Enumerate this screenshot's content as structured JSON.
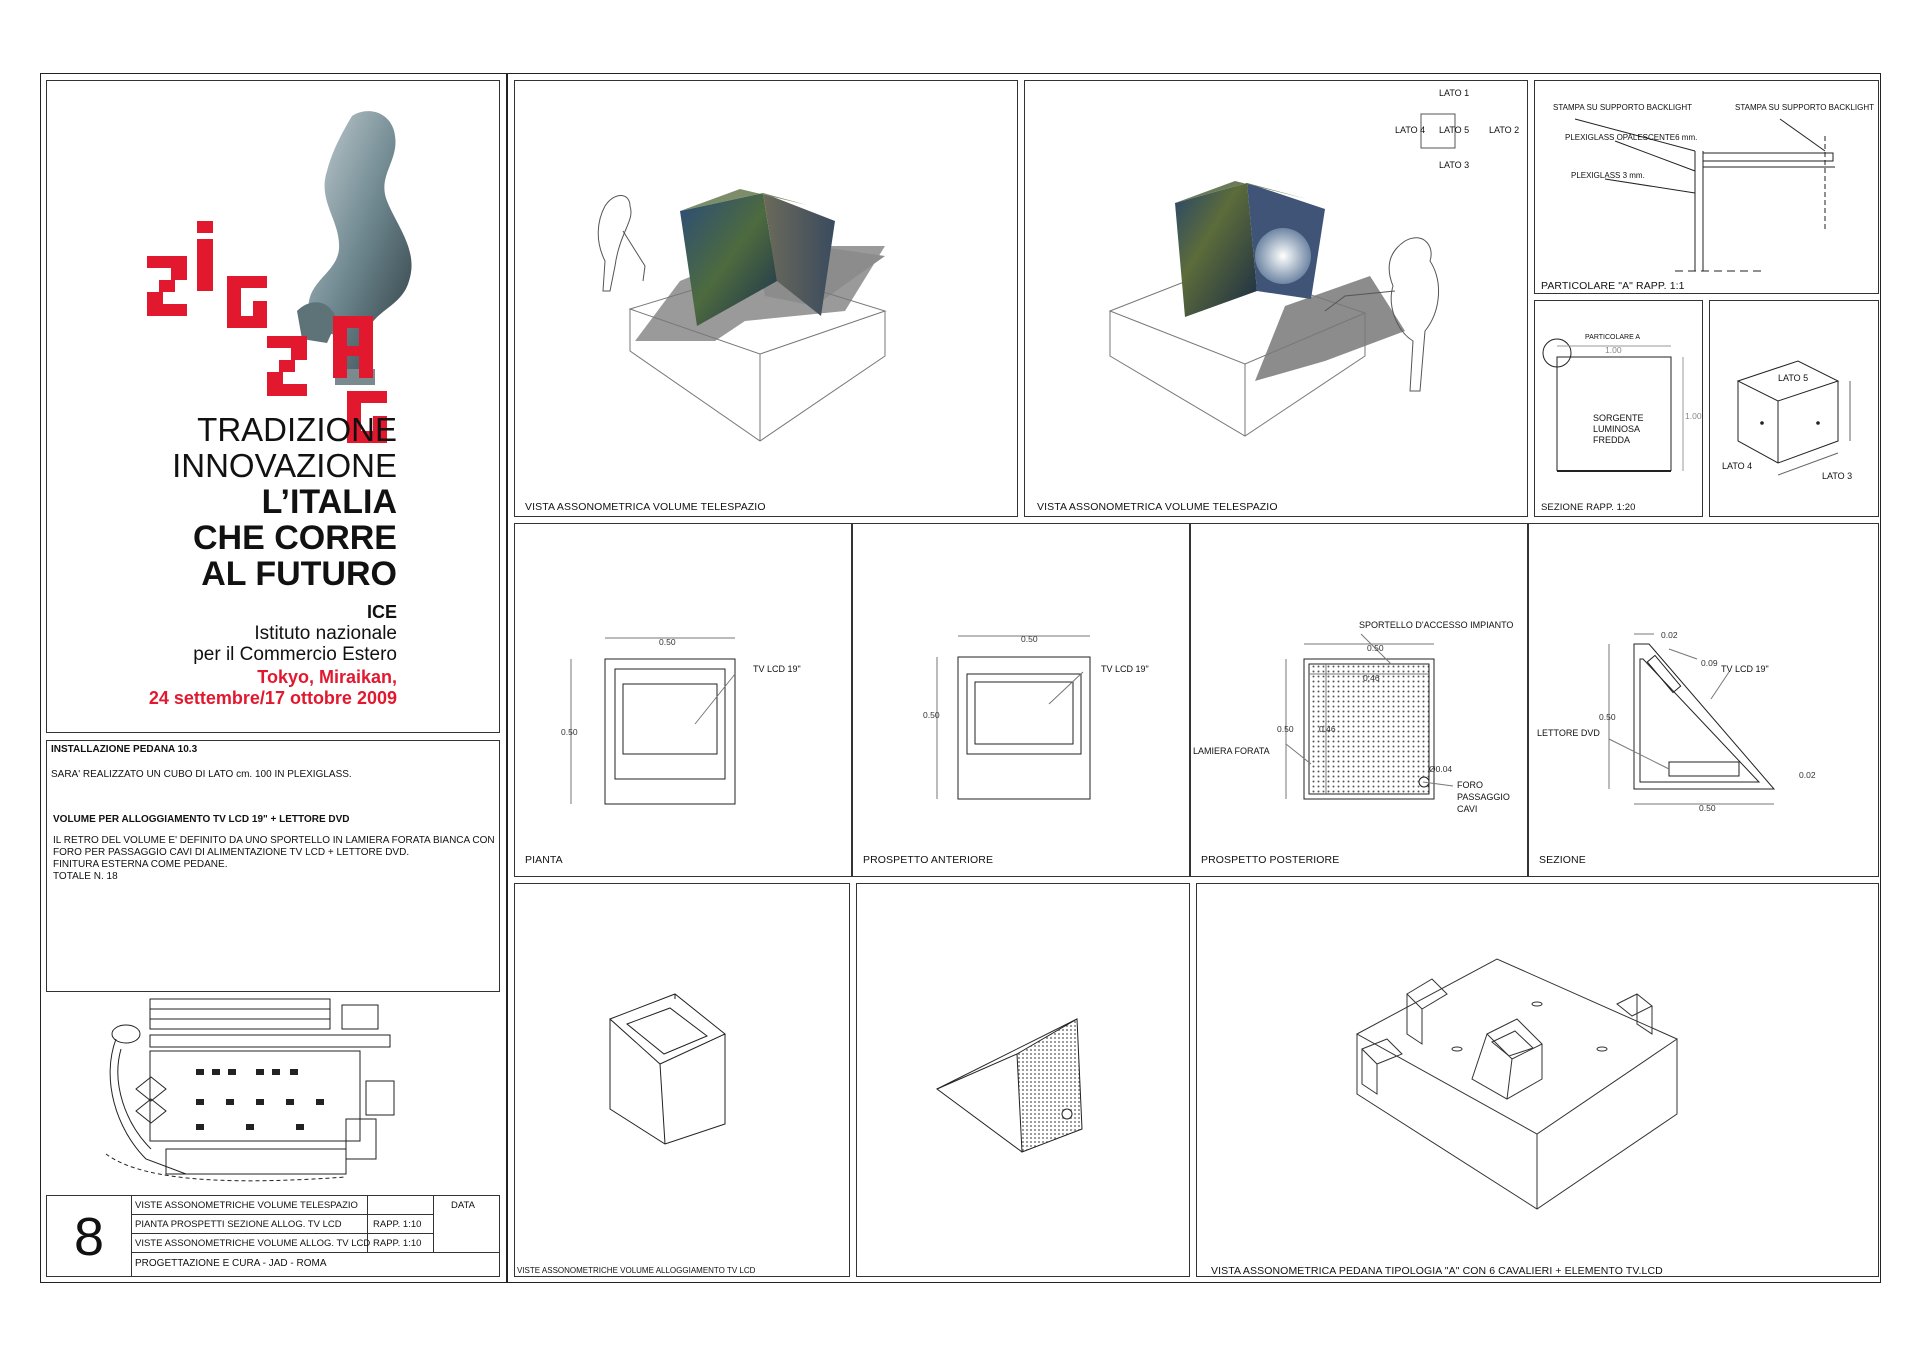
{
  "poster": {
    "logo_word": "ZIGZAG",
    "tagline_1": "TRADIZIONE",
    "tagline_2": "INNOVAZIONE",
    "tagline_3": "L’ITALIA",
    "tagline_4": "CHE CORRE",
    "tagline_5": "AL FUTURO",
    "org_short": "ICE",
    "org_line_1": "Istituto nazionale",
    "org_line_2": "per il Commercio Estero",
    "place": "Tokyo, Miraikan,",
    "dates": "24 settembre/17 ottobre 2009",
    "accent_color": "#e2182e"
  },
  "info": {
    "title": "INSTALLAZIONE PEDANA 10.3",
    "line_1": "SARA' REALIZZATO UN CUBO DI LATO cm. 100 IN PLEXIGLASS.",
    "subtitle": "VOLUME PER ALLOGGIAMENTO TV LCD 19\" + LETTORE DVD",
    "line_2": "IL RETRO DEL VOLUME E' DEFINITO DA UNO SPORTELLO IN LAMIERA FORATA BIANCA CON",
    "line_3": "FORO PER PASSAGGIO CAVI DI ALIMENTAZIONE TV LCD + LETTORE DVD.",
    "line_4": "FINITURA ESTERNA COME PEDANE.",
    "line_5": "TOTALE N. 18"
  },
  "title_block": {
    "sheet_number": "8",
    "rows": [
      {
        "desc": "VISTE ASSONOMETRICHE VOLUME TELESPAZIO",
        "scale": ""
      },
      {
        "desc": "PIANTA PROSPETTI SEZIONE ALLOG. TV LCD",
        "scale": "RAPP. 1:10"
      },
      {
        "desc": "VISTE ASSONOMETRICHE VOLUME ALLOG. TV LCD",
        "scale": "RAPP. 1:10"
      }
    ],
    "data_label": "DATA",
    "credits": "PROGETTAZIONE E CURA - JAD - ROMA"
  },
  "panels": {
    "assono_1": "VISTA ASSONOMETRICA VOLUME TELESPAZIO",
    "assono_2": "VISTA ASSONOMETRICA VOLUME TELESPAZIO",
    "particolare": "PARTICOLARE \"A\" RAPP. 1:1",
    "sezione_cubo": "SEZIONE RAPP. 1:20",
    "pianta": "PIANTA",
    "prospetto_ant": "PROSPETTO ANTERIORE",
    "prospetto_post": "PROSPETTO POSTERIORE",
    "sezione": "SEZIONE",
    "viste_tv": "VISTE ASSONOMETRICHE VOLUME ALLOGGIAMENTO TV LCD",
    "vista_pedana": "VISTA ASSONOMETRICA PEDANA TIPOLOGIA \"A\" CON 6 CAVALIERI + ELEMENTO TV.LCD"
  },
  "lato_diagram": {
    "lato1": "LATO 1",
    "lato2": "LATO 2",
    "lato3": "LATO 3",
    "lato4": "LATO 4",
    "lato5": "LATO 5"
  },
  "particolare_labels": {
    "stampa_left": "STAMPA SU SUPPORTO BACKLIGHT",
    "stampa_right": "STAMPA SU SUPPORTO BACKLIGHT",
    "plexi_opal": "PLEXIGLASS OPALESCENTE6 mm.",
    "plexi_3": "PLEXIGLASS 3 mm."
  },
  "sezione_cubo": {
    "part_a": "PARTICOLARE A",
    "w": "1.00",
    "h": "1.00",
    "source_1": "SORGENTE",
    "source_2": "LUMINOSA",
    "source_3": "FREDDA"
  },
  "cubo_iso": {
    "lato5": "LATO 5",
    "lato4": "LATO 4",
    "lato3": "LATO 3"
  },
  "dims": {
    "d050": "0.50",
    "d046": "0.46",
    "d004": "Ø0.04",
    "d002": "0.02",
    "d009": "0.09",
    "tv": "TV LCD 19\"",
    "sportello": "SPORTELLO D'ACCESSO IMPIANTO",
    "lamiera": "LAMIERA FORATA",
    "foro_1": "FORO",
    "foro_2": "PASSAGGIO",
    "foro_3": "CAVI",
    "lettore": "LETTORE DVD"
  }
}
